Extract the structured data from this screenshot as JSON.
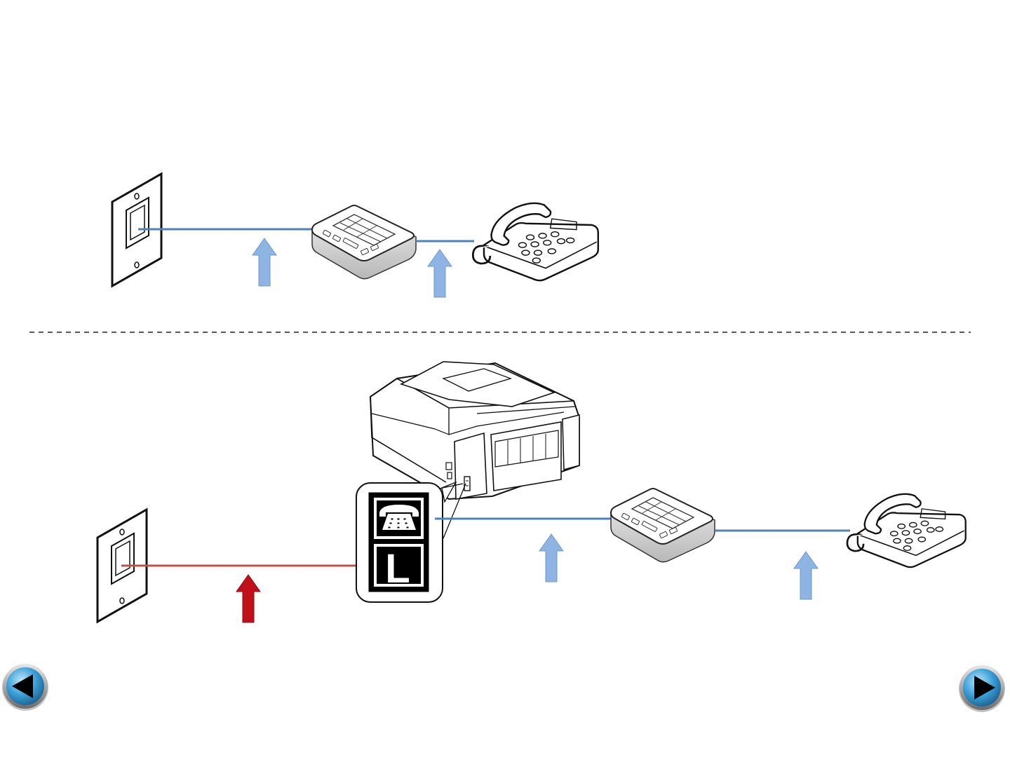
{
  "slide": {
    "colors": {
      "line_blue": "#4f81bd",
      "arrow_blue": "#8eb4e3",
      "line_red": "#c0504d",
      "arrow_red": "#c0111a",
      "nav_button": "#3aa0d8"
    }
  },
  "top_diagram": {
    "devices": [
      "wall-jack-icon",
      "dsl-modem-icon",
      "telephone-icon"
    ],
    "cables": [
      "blue-cable",
      "blue-cable"
    ],
    "arrows": [
      "blue-arrow",
      "blue-arrow"
    ]
  },
  "bottom_diagram": {
    "devices": [
      "wall-jack-icon",
      "printer-icon",
      "dsl-modem-icon",
      "telephone-icon"
    ],
    "ports": {
      "ext_icon": "phone-icon",
      "line_label": "L"
    },
    "cables": [
      "red-cable",
      "blue-cable",
      "blue-cable"
    ],
    "arrows": [
      "red-arrow",
      "blue-arrow",
      "blue-arrow"
    ]
  },
  "navigation": {
    "prev_icon": "prev-arrow-icon",
    "next_icon": "next-arrow-icon"
  }
}
